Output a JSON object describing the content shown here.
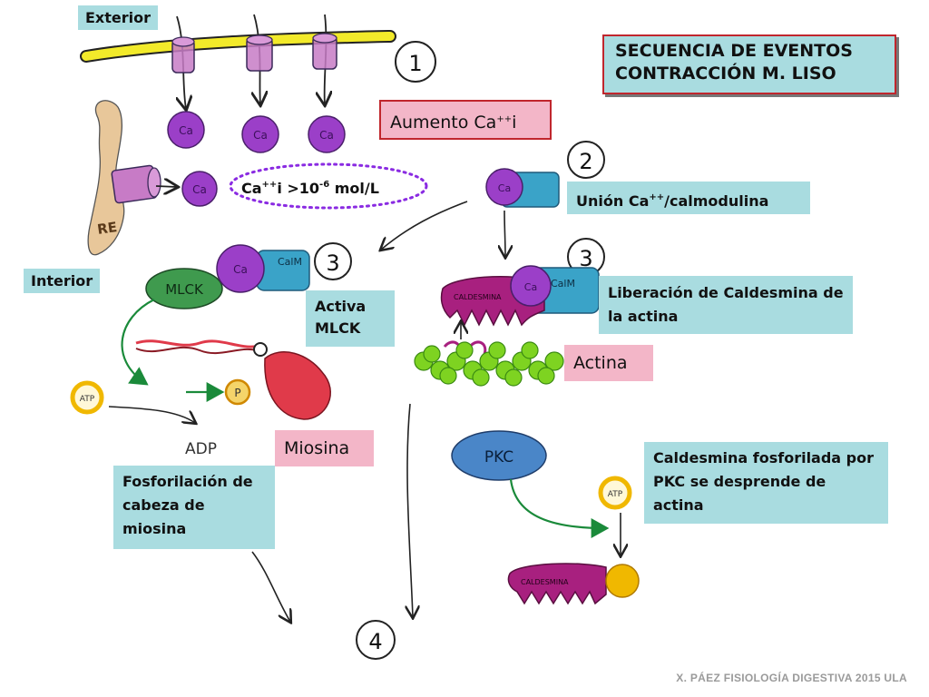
{
  "title": {
    "line1": "SECUENCIA DE EVENTOS",
    "line2": "CONTRACCIÓN M. LISO"
  },
  "labels": {
    "exterior": "Exterior",
    "interior": "Interior",
    "re": "RE",
    "aumento_base": "Aumento Ca",
    "aumento_sup": "++",
    "aumento_suffix": "i",
    "ca_conc_base": "Ca",
    "ca_conc_sup": "++",
    "ca_conc_mid": "i >10",
    "ca_conc_exp": "-6",
    "ca_conc_unit": " mol/L",
    "union_base": "Unión Ca",
    "union_sup": "++",
    "union_suffix": "/calmodulina",
    "activa_mlck": "Activa MLCK",
    "liberacion": "Liberación de Caldesmina de la actina",
    "actina": "Actina",
    "miosina": "Miosina",
    "fosforilacion": "Fosforilación de cabeza de miosina",
    "caldesmina_pkc": "Caldesmina fosforilada por PKC se desprende de actina",
    "adp": "ADP"
  },
  "molecules": {
    "ca": "Ca",
    "ca_sup": "++",
    "calm": "CalM",
    "mlck": "MLCK",
    "caldesmina": "CALDESMINA",
    "pkc": "PKC",
    "atp": "ATP",
    "p": "P"
  },
  "steps": [
    "1",
    "2",
    "3",
    "3",
    "4"
  ],
  "footer": "X. PÁEZ   FISIOLOGÍA DIGESTIVA 2015 ULA",
  "colors": {
    "calcium": "#9b3fc8",
    "calmodulin": "#3aa3c8",
    "mlck": "#3f9a4e",
    "caldesmin": "#a8207f",
    "myosin": "#e03a4a",
    "actin": "#7ed321",
    "pkc": "#4a86c8",
    "atp": "#f0b800",
    "membrane": "#f2ea2a",
    "channel": "#c77bc6",
    "re": "#e8c79a",
    "box_teal": "#a9dce0",
    "box_pink": "#f3b6c8",
    "dotted_oval": "#8a2be2"
  }
}
